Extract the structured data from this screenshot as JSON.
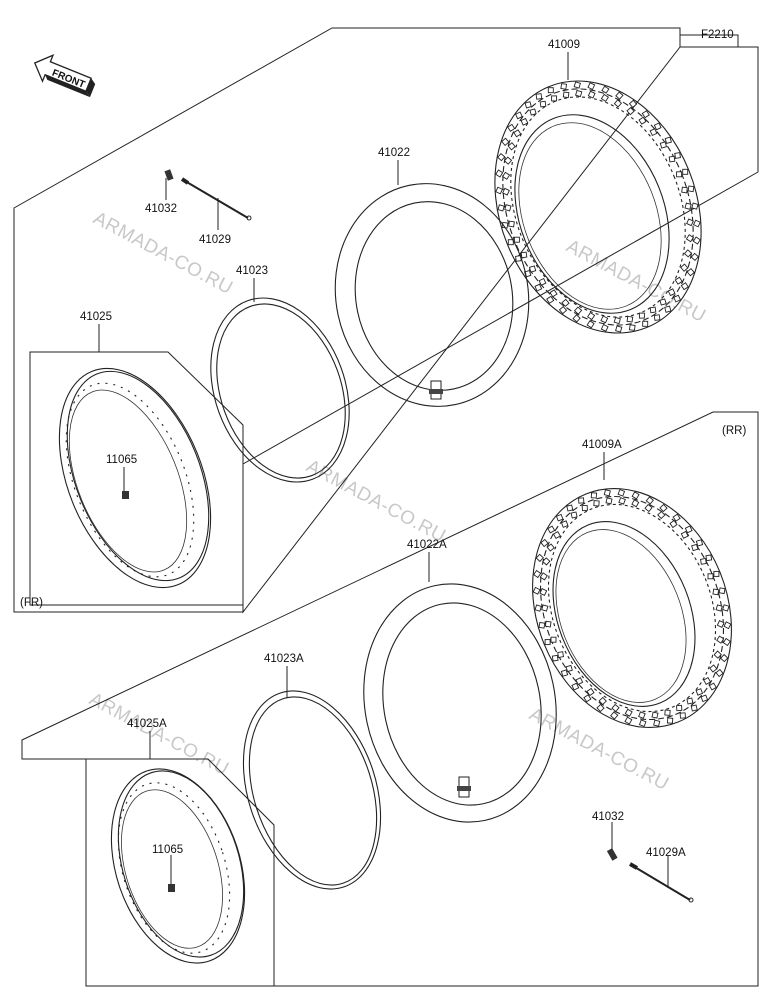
{
  "figure_code": "F2210",
  "front_arrow_text": "FRONT",
  "section_front": "(FR)",
  "section_rear": "(RR)",
  "watermark": "ARMADA-CO.RU",
  "parts_front": {
    "tire": "41009",
    "tube": "41022",
    "rim_band": "41023",
    "rim": "41025",
    "nipple": "41032",
    "spoke": "41029",
    "valve_nut": "11065"
  },
  "parts_rear": {
    "tire": "41009A",
    "tube": "41022A",
    "rim_band": "41023A",
    "rim": "41025A",
    "nipple": "41032",
    "spoke": "41029A",
    "valve_nut": "11065"
  }
}
